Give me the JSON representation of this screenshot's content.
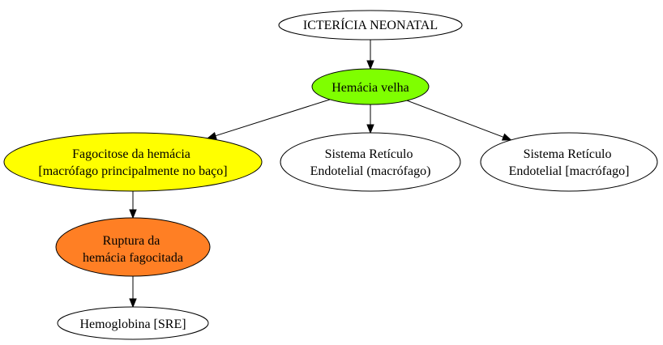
{
  "nodes": {
    "root": {
      "lines": [
        "ICTERÍCIA NEONATAL"
      ],
      "fill": "#ffffff"
    },
    "old_rbc": {
      "lines": [
        "Hemácia velha"
      ],
      "fill": "#7fff00"
    },
    "phagocytosis": {
      "lines": [
        "Fagocitose da hemácia",
        "[macrófago principalmente no baço]"
      ],
      "fill": "#ffff00"
    },
    "res_1": {
      "lines": [
        "Sistema Retículo",
        "Endotelial (macrófago)"
      ],
      "fill": "#ffffff"
    },
    "res_2": {
      "lines": [
        "Sistema Retículo",
        "Endotelial [macrófago]"
      ],
      "fill": "#ffffff"
    },
    "rupture": {
      "lines": [
        "Ruptura da",
        "hemácia fagocitada"
      ],
      "fill": "#ff7f24"
    },
    "hemoglobin": {
      "lines": [
        "Hemoglobina [SRE]"
      ],
      "fill": "#ffffff"
    }
  },
  "edges": [
    {
      "from": "root",
      "to": "old_rbc"
    },
    {
      "from": "old_rbc",
      "to": "phagocytosis"
    },
    {
      "from": "old_rbc",
      "to": "res_1"
    },
    {
      "from": "old_rbc",
      "to": "res_2"
    },
    {
      "from": "phagocytosis",
      "to": "rupture"
    },
    {
      "from": "rupture",
      "to": "hemoglobin"
    }
  ]
}
